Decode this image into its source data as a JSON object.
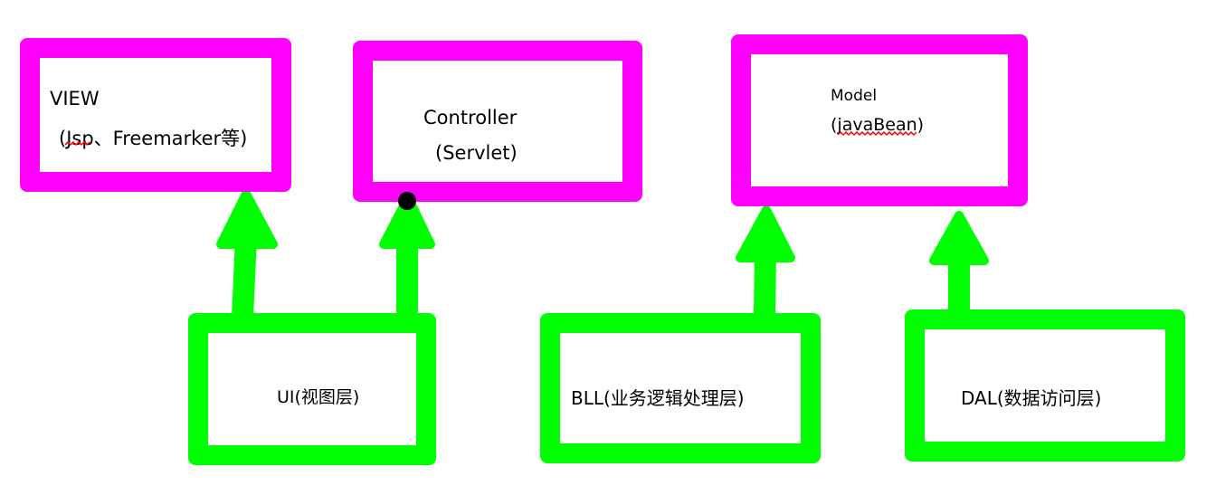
{
  "colors": {
    "top_box_border": "#ff00ff",
    "bottom_box_border": "#00ff00",
    "arrow": "#00ff00",
    "spellcheck_underline": "#ff0000"
  },
  "top_layer": {
    "view": {
      "line1": "VIEW",
      "line2": "(Jsp、Freemarker等)"
    },
    "controller": {
      "line1": "Controller",
      "line2": "(Servlet)"
    },
    "model": {
      "line1": "Model",
      "line2": "(javaBean)"
    }
  },
  "bottom_layer": {
    "ui": {
      "label": "UI(视图层)"
    },
    "bll": {
      "label": "BLL(业务逻辑处理层)"
    },
    "dal": {
      "label": "DAL(数据访问层)"
    }
  }
}
